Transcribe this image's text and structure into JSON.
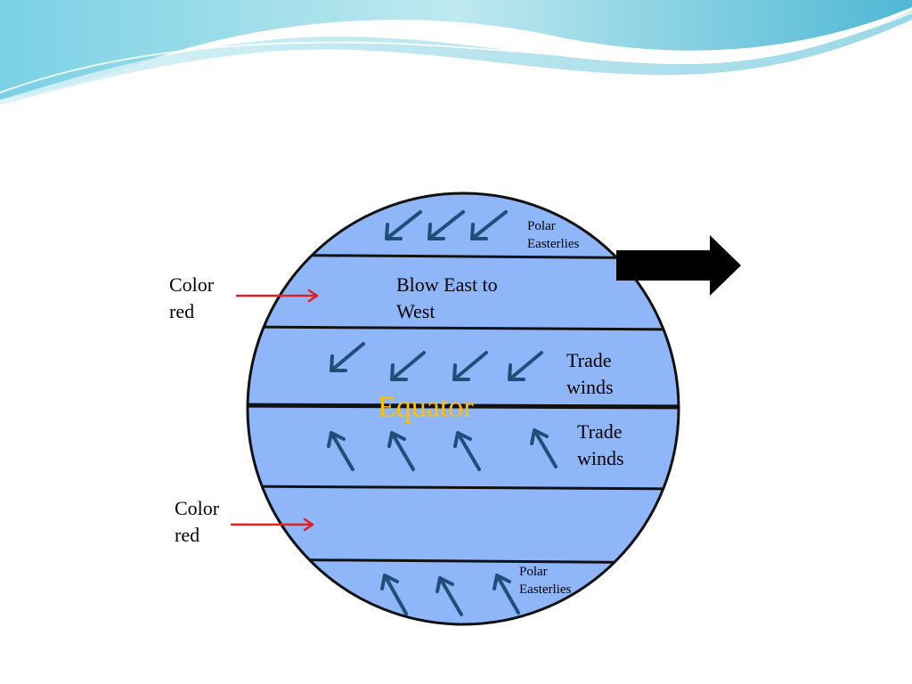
{
  "labels": {
    "polar_easterlies_top": [
      "Polar",
      "Easterlies"
    ],
    "blow_east_to_west": [
      "Blow East to",
      "West"
    ],
    "trade_winds_north": [
      "Trade",
      "winds"
    ],
    "equator": "Equator",
    "trade_winds_south": [
      "Trade",
      "winds"
    ],
    "polar_easterlies_bottom": [
      "Polar",
      "Easterlies"
    ],
    "color_red_top": [
      "Color",
      "red"
    ],
    "color_red_bottom": [
      "Color",
      "red"
    ]
  },
  "colors": {
    "globe_fill": "#8fb6f9",
    "globe_outline": "#000000",
    "wind_arrow": "#1f4e79",
    "pointer_arrow": "#e02020",
    "equator_text": "#ffc000",
    "wave_light": "#bfe9f0",
    "wave_dark": "#4fb8d4"
  },
  "wind_arrows": {
    "polar_north": "southwest",
    "trade_north": "southwest",
    "trade_south": "northwest",
    "polar_south": "northwest"
  },
  "icons": {
    "rotation_arrow": "thick-black-right-arrow"
  }
}
